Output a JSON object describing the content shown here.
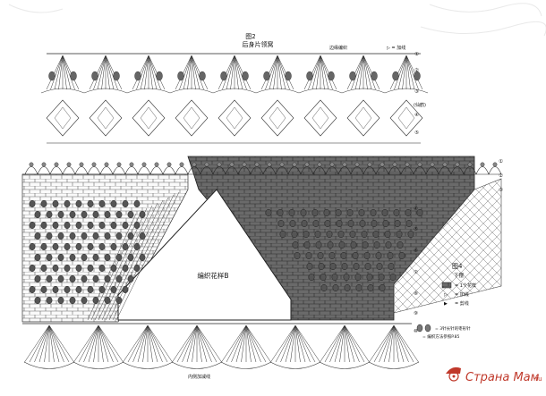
{
  "top_chart": {
    "figure_label": "图2",
    "title": "后身片领窝",
    "edge_note": "边缘编织",
    "stitch_legend": "▷ = 加线",
    "row_markers": [
      "①",
      "②",
      "③",
      "④",
      "⑤"
    ],
    "side_note": "(仙鹤)"
  },
  "bottom_chart": {
    "center_label": "编织花样B",
    "figure_label": "图4",
    "figure_subtitle": "下摆",
    "row_markers": [
      "①",
      "②",
      "③",
      "④",
      "⑤",
      "⑥",
      "⑦",
      "⑧",
      "⑨",
      "⑩"
    ],
    "legend": [
      {
        "symbol": "▦",
        "text": "= 1个花样"
      },
      {
        "symbol": "▷",
        "text": "= 加线"
      },
      {
        "symbol": "▶",
        "text": "= 剪线"
      }
    ],
    "legend_notes": [
      "= 3针长针的枣形针",
      "= 编织方法参照P.85"
    ],
    "bottom_label": "内侧加减线"
  },
  "watermark": {
    "text": "Страна Мам",
    "domain": ".ru"
  },
  "colors": {
    "ink": "#1a1a1a",
    "shade": "#555555",
    "paper": "#ffffff"
  }
}
